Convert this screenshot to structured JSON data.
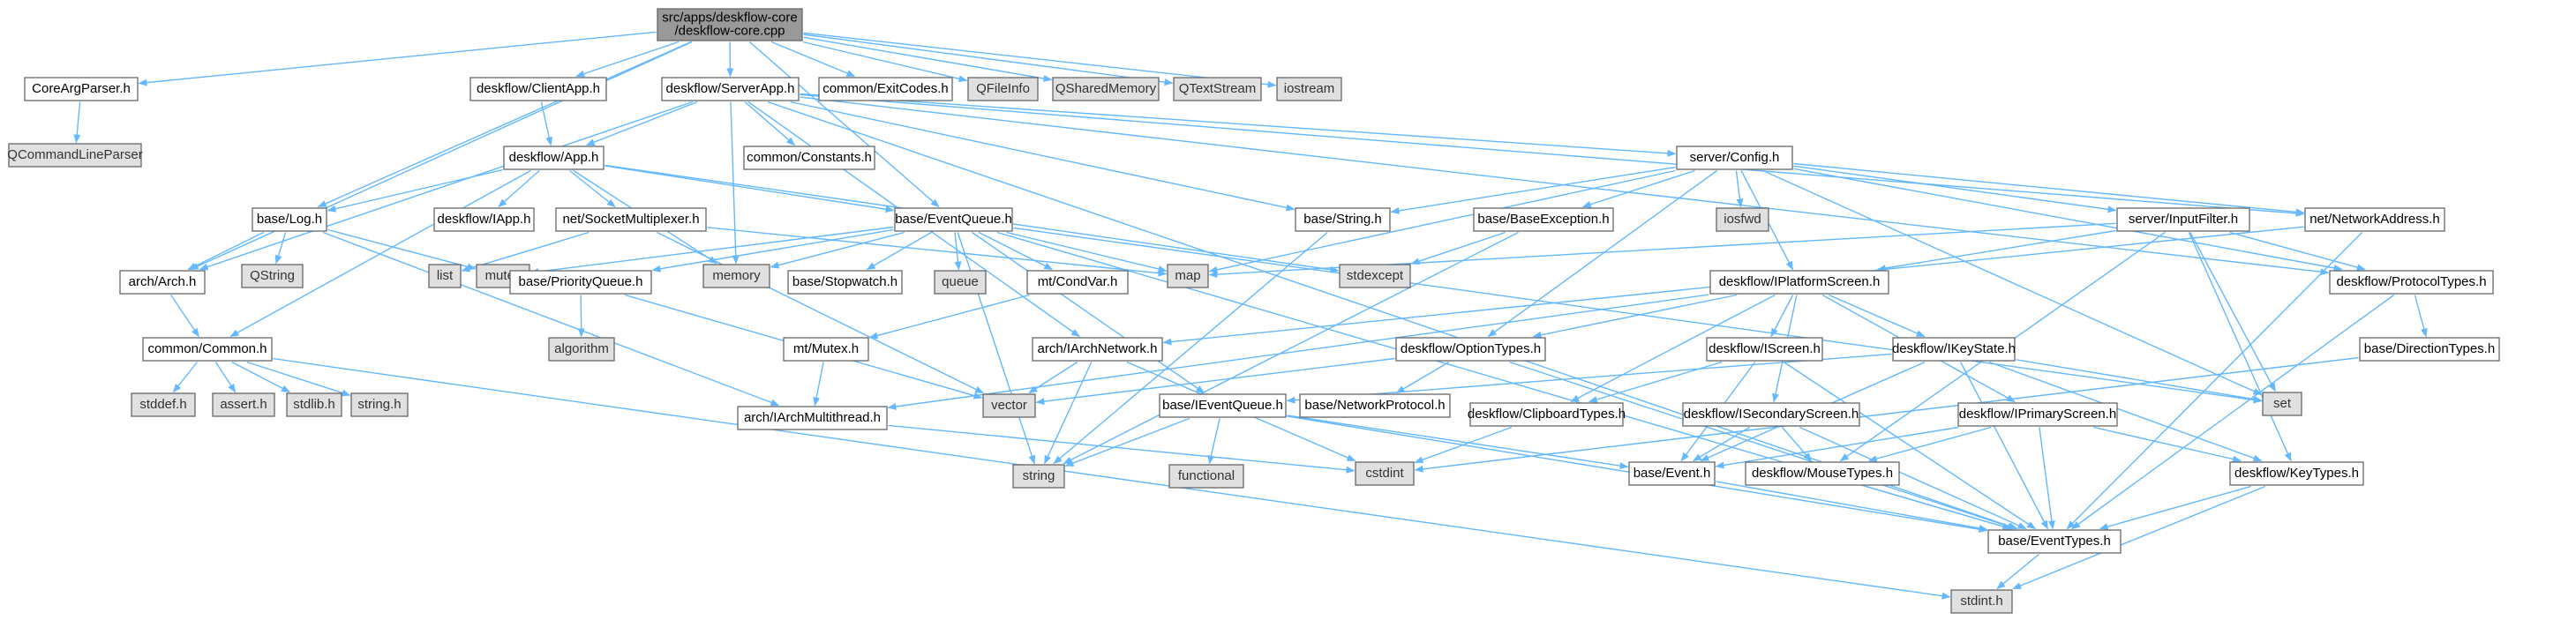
{
  "palette": {
    "root_fill": "#999999",
    "node_fill": "#ffffff",
    "external_fill": "#e0e0e0",
    "border": "#666666",
    "edge": "#63b8ff"
  },
  "nodes": [
    {
      "id": "root",
      "label": "src/apps/deskflow-core\n/deskflow-core.cpp",
      "kind": "root"
    },
    {
      "id": "coreargparser",
      "label": "CoreArgParser.h",
      "kind": "file"
    },
    {
      "id": "qcommandlineparser",
      "label": "QCommandLineParser",
      "kind": "external"
    },
    {
      "id": "clientapp",
      "label": "deskflow/ClientApp.h",
      "kind": "file"
    },
    {
      "id": "serverapp",
      "label": "deskflow/ServerApp.h",
      "kind": "file"
    },
    {
      "id": "exitcodes",
      "label": "common/ExitCodes.h",
      "kind": "file"
    },
    {
      "id": "qfileinfo",
      "label": "QFileInfo",
      "kind": "external"
    },
    {
      "id": "qsharedmemory",
      "label": "QSharedMemory",
      "kind": "external"
    },
    {
      "id": "qtextstream",
      "label": "QTextStream",
      "kind": "external"
    },
    {
      "id": "iostream",
      "label": "iostream",
      "kind": "external"
    },
    {
      "id": "app",
      "label": "deskflow/App.h",
      "kind": "file"
    },
    {
      "id": "constants",
      "label": "common/Constants.h",
      "kind": "file"
    },
    {
      "id": "config",
      "label": "server/Config.h",
      "kind": "file"
    },
    {
      "id": "log",
      "label": "base/Log.h",
      "kind": "file"
    },
    {
      "id": "iapp",
      "label": "deskflow/IApp.h",
      "kind": "file"
    },
    {
      "id": "socketmux",
      "label": "net/SocketMultiplexer.h",
      "kind": "file"
    },
    {
      "id": "eventqueue",
      "label": "base/EventQueue.h",
      "kind": "file"
    },
    {
      "id": "string_h",
      "label": "base/String.h",
      "kind": "file"
    },
    {
      "id": "baseexception",
      "label": "base/BaseException.h",
      "kind": "file"
    },
    {
      "id": "iosfwd",
      "label": "iosfwd",
      "kind": "external"
    },
    {
      "id": "inputfilter",
      "label": "server/InputFilter.h",
      "kind": "file"
    },
    {
      "id": "netaddress",
      "label": "net/NetworkAddress.h",
      "kind": "file"
    },
    {
      "id": "qstring",
      "label": "QString",
      "kind": "external"
    },
    {
      "id": "mutex",
      "label": "mutex",
      "kind": "external"
    },
    {
      "id": "list",
      "label": "list",
      "kind": "external"
    },
    {
      "id": "memory",
      "label": "memory",
      "kind": "external"
    },
    {
      "id": "arch",
      "label": "arch/Arch.h",
      "kind": "file"
    },
    {
      "id": "priorityqueue",
      "label": "base/PriorityQueue.h",
      "kind": "file"
    },
    {
      "id": "stopwatch",
      "label": "base/Stopwatch.h",
      "kind": "file"
    },
    {
      "id": "queue",
      "label": "queue",
      "kind": "external"
    },
    {
      "id": "condvar",
      "label": "mt/CondVar.h",
      "kind": "file"
    },
    {
      "id": "map",
      "label": "map",
      "kind": "external"
    },
    {
      "id": "stdexcept",
      "label": "stdexcept",
      "kind": "external"
    },
    {
      "id": "iplatformscreen",
      "label": "deskflow/IPlatformScreen.h",
      "kind": "file"
    },
    {
      "id": "protocoltypes",
      "label": "deskflow/ProtocolTypes.h",
      "kind": "file"
    },
    {
      "id": "common",
      "label": "common/Common.h",
      "kind": "file"
    },
    {
      "id": "algorithm",
      "label": "algorithm",
      "kind": "external"
    },
    {
      "id": "mutex_h",
      "label": "mt/Mutex.h",
      "kind": "file"
    },
    {
      "id": "iarchnetwork",
      "label": "arch/IArchNetwork.h",
      "kind": "file"
    },
    {
      "id": "optiontypes",
      "label": "deskflow/OptionTypes.h",
      "kind": "file"
    },
    {
      "id": "iscreen",
      "label": "deskflow/IScreen.h",
      "kind": "file"
    },
    {
      "id": "ikeystate",
      "label": "deskflow/IKeyState.h",
      "kind": "file"
    },
    {
      "id": "directiontypes",
      "label": "base/DirectionTypes.h",
      "kind": "file"
    },
    {
      "id": "stddef",
      "label": "stddef.h",
      "kind": "external"
    },
    {
      "id": "assert",
      "label": "assert.h",
      "kind": "external"
    },
    {
      "id": "stdlib",
      "label": "stdlib.h",
      "kind": "external"
    },
    {
      "id": "string_c",
      "label": "string.h",
      "kind": "external"
    },
    {
      "id": "vector",
      "label": "vector",
      "kind": "external"
    },
    {
      "id": "ieventqueue",
      "label": "base/IEventQueue.h",
      "kind": "file"
    },
    {
      "id": "netprotocol",
      "label": "base/NetworkProtocol.h",
      "kind": "file"
    },
    {
      "id": "archmultithread",
      "label": "arch/IArchMultithread.h",
      "kind": "file"
    },
    {
      "id": "clipboardtypes",
      "label": "deskflow/ClipboardTypes.h",
      "kind": "file"
    },
    {
      "id": "isecondaryscreen",
      "label": "deskflow/ISecondaryScreen.h",
      "kind": "file"
    },
    {
      "id": "iprimaryscreen",
      "label": "deskflow/IPrimaryScreen.h",
      "kind": "file"
    },
    {
      "id": "set",
      "label": "set",
      "kind": "external"
    },
    {
      "id": "cstdint",
      "label": "cstdint",
      "kind": "external"
    },
    {
      "id": "string_std",
      "label": "string",
      "kind": "external"
    },
    {
      "id": "functional",
      "label": "functional",
      "kind": "external"
    },
    {
      "id": "event",
      "label": "base/Event.h",
      "kind": "file"
    },
    {
      "id": "mousetypes",
      "label": "deskflow/MouseTypes.h",
      "kind": "file"
    },
    {
      "id": "keytypes",
      "label": "deskflow/KeyTypes.h",
      "kind": "file"
    },
    {
      "id": "eventtypes",
      "label": "base/EventTypes.h",
      "kind": "file"
    },
    {
      "id": "stdint",
      "label": "stdint.h",
      "kind": "external"
    }
  ],
  "edges": [
    [
      "root",
      "coreargparser"
    ],
    [
      "root",
      "clientapp"
    ],
    [
      "root",
      "serverapp"
    ],
    [
      "root",
      "exitcodes"
    ],
    [
      "root",
      "qfileinfo"
    ],
    [
      "root",
      "qsharedmemory"
    ],
    [
      "root",
      "qtextstream"
    ],
    [
      "root",
      "iostream"
    ],
    [
      "root",
      "log"
    ],
    [
      "root",
      "arch"
    ],
    [
      "root",
      "eventqueue"
    ],
    [
      "coreargparser",
      "qcommandlineparser"
    ],
    [
      "clientapp",
      "app"
    ],
    [
      "serverapp",
      "app"
    ],
    [
      "serverapp",
      "constants"
    ],
    [
      "serverapp",
      "config"
    ],
    [
      "serverapp",
      "arch"
    ],
    [
      "serverapp",
      "memory"
    ],
    [
      "serverapp",
      "string_h"
    ],
    [
      "serverapp",
      "netaddress"
    ],
    [
      "serverapp",
      "eventtypes"
    ],
    [
      "serverapp",
      "iarchnetwork"
    ],
    [
      "serverapp",
      "protocoltypes"
    ],
    [
      "app",
      "log"
    ],
    [
      "app",
      "iapp"
    ],
    [
      "app",
      "socketmux"
    ],
    [
      "app",
      "eventqueue"
    ],
    [
      "app",
      "memory"
    ],
    [
      "app",
      "common"
    ],
    [
      "app",
      "stdexcept"
    ],
    [
      "log",
      "arch"
    ],
    [
      "log",
      "qstring"
    ],
    [
      "log",
      "mutex"
    ],
    [
      "log",
      "archmultithread"
    ],
    [
      "socketmux",
      "list"
    ],
    [
      "socketmux",
      "map"
    ],
    [
      "socketmux",
      "vector"
    ],
    [
      "eventqueue",
      "mutex"
    ],
    [
      "eventqueue",
      "memory"
    ],
    [
      "eventqueue",
      "priorityqueue"
    ],
    [
      "eventqueue",
      "stopwatch"
    ],
    [
      "eventqueue",
      "queue"
    ],
    [
      "eventqueue",
      "condvar"
    ],
    [
      "eventqueue",
      "map"
    ],
    [
      "eventqueue",
      "set"
    ],
    [
      "eventqueue",
      "ieventqueue"
    ],
    [
      "eventqueue",
      "eventtypes"
    ],
    [
      "eventqueue",
      "string_std"
    ],
    [
      "config",
      "string_h"
    ],
    [
      "config",
      "baseexception"
    ],
    [
      "config",
      "iosfwd"
    ],
    [
      "config",
      "inputfilter"
    ],
    [
      "config",
      "netaddress"
    ],
    [
      "config",
      "protocoltypes"
    ],
    [
      "config",
      "iplatformscreen"
    ],
    [
      "config",
      "optiontypes"
    ],
    [
      "config",
      "map"
    ],
    [
      "config",
      "set"
    ],
    [
      "string_h",
      "string_std"
    ],
    [
      "baseexception",
      "stdexcept"
    ],
    [
      "baseexception",
      "string_std"
    ],
    [
      "inputfilter",
      "map"
    ],
    [
      "inputfilter",
      "set"
    ],
    [
      "inputfilter",
      "iplatformscreen"
    ],
    [
      "inputfilter",
      "protocoltypes"
    ],
    [
      "inputfilter",
      "keytypes"
    ],
    [
      "inputfilter",
      "mousetypes"
    ],
    [
      "netaddress",
      "iarchnetwork"
    ],
    [
      "netaddress",
      "eventtypes"
    ],
    [
      "arch",
      "common"
    ],
    [
      "priorityqueue",
      "algorithm"
    ],
    [
      "priorityqueue",
      "vector"
    ],
    [
      "condvar",
      "mutex_h"
    ],
    [
      "mutex_h",
      "archmultithread"
    ],
    [
      "iarchnetwork",
      "vector"
    ],
    [
      "iarchnetwork",
      "cstdint"
    ],
    [
      "iarchnetwork",
      "string_std"
    ],
    [
      "iplatformscreen",
      "iscreen"
    ],
    [
      "iplatformscreen",
      "ikeystate"
    ],
    [
      "iplatformscreen",
      "isecondaryscreen"
    ],
    [
      "iplatformscreen",
      "iprimaryscreen"
    ],
    [
      "iplatformscreen",
      "optiontypes"
    ],
    [
      "iplatformscreen",
      "clipboardtypes"
    ],
    [
      "iplatformscreen",
      "archmultithread"
    ],
    [
      "protocoltypes",
      "directiontypes"
    ],
    [
      "protocoltypes",
      "eventtypes"
    ],
    [
      "directiontypes",
      "cstdint"
    ],
    [
      "common",
      "stddef"
    ],
    [
      "common",
      "assert"
    ],
    [
      "common",
      "stdlib"
    ],
    [
      "common",
      "string_c"
    ],
    [
      "common",
      "stdint"
    ],
    [
      "optiontypes",
      "vector"
    ],
    [
      "optiontypes",
      "netprotocol"
    ],
    [
      "optiontypes",
      "eventtypes"
    ],
    [
      "iscreen",
      "clipboardtypes"
    ],
    [
      "iscreen",
      "event"
    ],
    [
      "iscreen",
      "eventtypes"
    ],
    [
      "ikeystate",
      "ieventqueue"
    ],
    [
      "ikeystate",
      "keytypes"
    ],
    [
      "ikeystate",
      "set"
    ],
    [
      "ikeystate",
      "event"
    ],
    [
      "ikeystate",
      "eventtypes"
    ],
    [
      "ieventqueue",
      "string_std"
    ],
    [
      "ieventqueue",
      "functional"
    ],
    [
      "ieventqueue",
      "event"
    ],
    [
      "ieventqueue",
      "eventtypes"
    ],
    [
      "archmultithread",
      "cstdint"
    ],
    [
      "clipboardtypes",
      "cstdint"
    ],
    [
      "isecondaryscreen",
      "event"
    ],
    [
      "isecondaryscreen",
      "mousetypes"
    ],
    [
      "isecondaryscreen",
      "eventtypes"
    ],
    [
      "iprimaryscreen",
      "event"
    ],
    [
      "iprimaryscreen",
      "mousetypes"
    ],
    [
      "iprimaryscreen",
      "keytypes"
    ],
    [
      "iprimaryscreen",
      "eventtypes"
    ],
    [
      "event",
      "eventtypes"
    ],
    [
      "mousetypes",
      "eventtypes"
    ],
    [
      "keytypes",
      "eventtypes"
    ],
    [
      "keytypes",
      "stdint"
    ],
    [
      "eventtypes",
      "stdint"
    ]
  ]
}
